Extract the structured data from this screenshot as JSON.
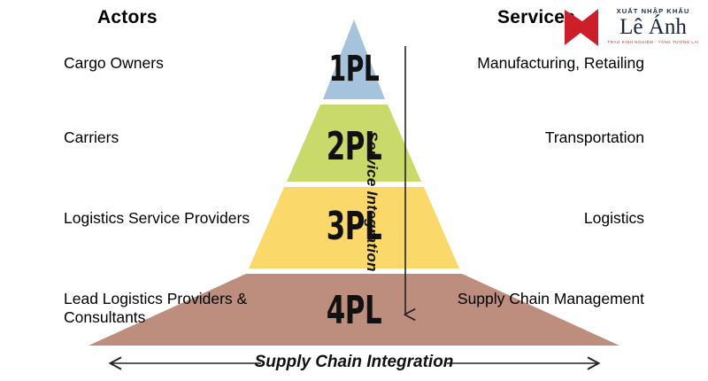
{
  "columns": {
    "left_heading": "Actors",
    "right_heading": "Services"
  },
  "tiers": [
    {
      "code": "1PL",
      "color": "#a6c3dd",
      "actor": "Cargo Owners",
      "service": "Manufacturing, Retailing"
    },
    {
      "code": "2PL",
      "color": "#c9d96a",
      "actor": "Carriers",
      "service": "Transportation"
    },
    {
      "code": "3PL",
      "color": "#fad86a",
      "actor": "Logistics Service Providers",
      "service": "Logistics"
    },
    {
      "code": "4PL",
      "color": "#bd8d7e",
      "actor": "Lead Logistics Providers & Consultants",
      "service": "Supply Chain Management"
    }
  ],
  "annotations": {
    "vertical_axis_label": "Service Integration",
    "bottom_axis_label": "Supply Chain Integration"
  },
  "logo": {
    "top_line": "XUẤT NHẬP KHẨU",
    "name": "Lê Ánh",
    "tagline": "TRAO KINH NGHIỆM - TĂNG TƯƠNG LAI",
    "mark_color": "#cc1f2a"
  }
}
